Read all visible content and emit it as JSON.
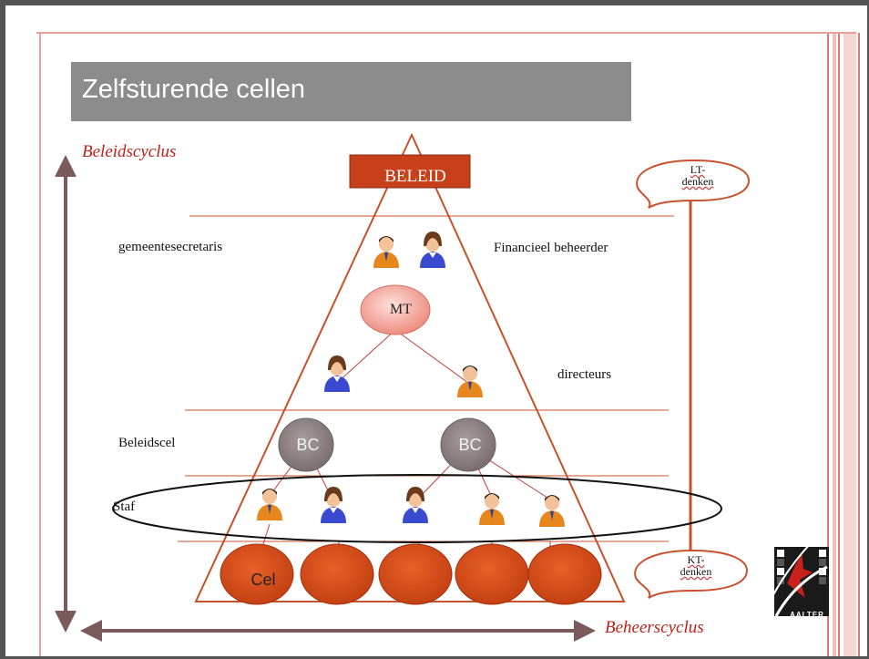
{
  "slide": {
    "title": "Zelfsturende cellen",
    "axis_top_label": "Beleidscyclus",
    "axis_bottom_label": "Beheerscyclus"
  },
  "pyramid": {
    "apex_label": "BELEID",
    "mt_label": "MT",
    "bc_labels": [
      "BC",
      "BC"
    ],
    "cel_label": "Cel"
  },
  "labels": {
    "gemeentesecretaris": "gemeentesecretaris",
    "financieel": "Financieel beheerder",
    "directeurs": "directeurs",
    "beleidscel": "Beleidscel",
    "staf": "Staf"
  },
  "callouts": {
    "lt": [
      "LT-",
      "denken"
    ],
    "kt": [
      "KT-",
      "denken"
    ]
  },
  "logo": {
    "text": "AALTER"
  },
  "colors": {
    "accent_red": "#c0201a",
    "cell_orange": "#d04818",
    "title_grey": "#8c8c8c",
    "mt_pink": "#f5a9a0",
    "bc_grey": "#8b7f80"
  }
}
